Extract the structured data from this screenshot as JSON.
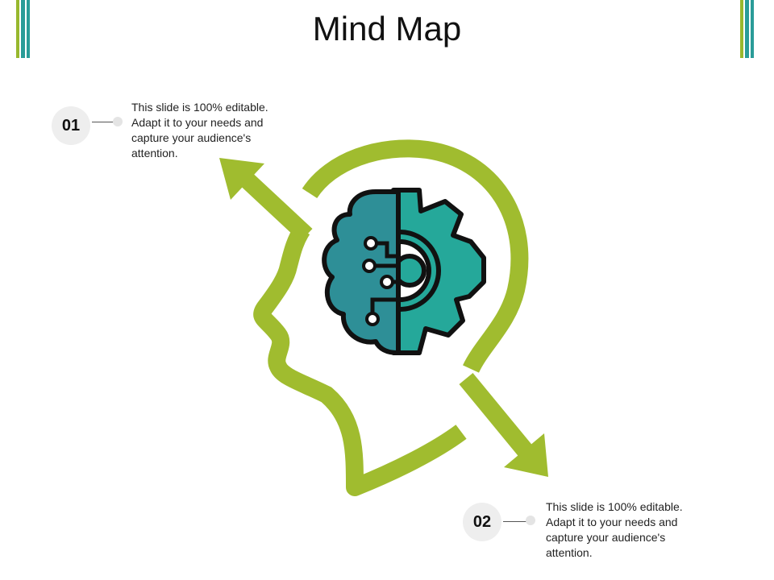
{
  "slide": {
    "title": "Mind Map"
  },
  "items": [
    {
      "number": "01",
      "text": "This slide is 100% editable. Adapt it to your needs and capture your audience's attention."
    },
    {
      "number": "02",
      "text": "This slide is 100% editable. Adapt it to your needs and capture your audience's attention."
    }
  ],
  "colors": {
    "green": "#a0bc2f",
    "teal_dark": "#2e8f97",
    "teal_light": "#25a89a",
    "outline": "#111111",
    "circle_bg": "#eeeeee"
  }
}
